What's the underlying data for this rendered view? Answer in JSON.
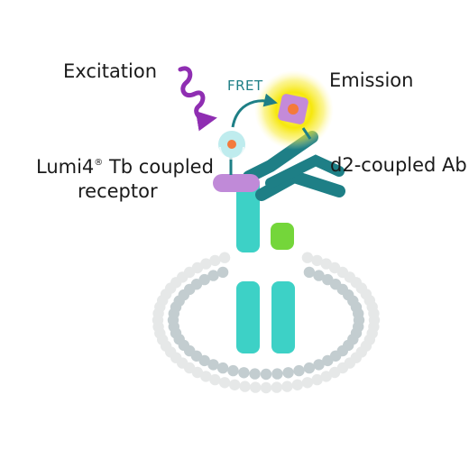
{
  "labels": {
    "excitation": "Excitation",
    "emission": "Emission",
    "fret": "FRET",
    "donor_line1_name": "Lumi4",
    "donor_line1_mark": "®",
    "donor_line1_rest": " Tb coupled",
    "donor_line2": "receptor",
    "acceptor": "d2-coupled Ab"
  },
  "colors": {
    "receptor": "#3dd1c6",
    "receptor_dark": "#1e7f86",
    "ligand": "#74d63a",
    "lipid_bead": "#e6e8e8",
    "lipid_bead_inner": "#c3cdd0",
    "excitation_wave": "#8f2eb2",
    "label_tag": "#c08ad8",
    "glow": "#f6e600",
    "acceptor_core": "#c48ad9",
    "acceptor_center": "#f47a3c",
    "donor_disc": "#bfecee"
  }
}
